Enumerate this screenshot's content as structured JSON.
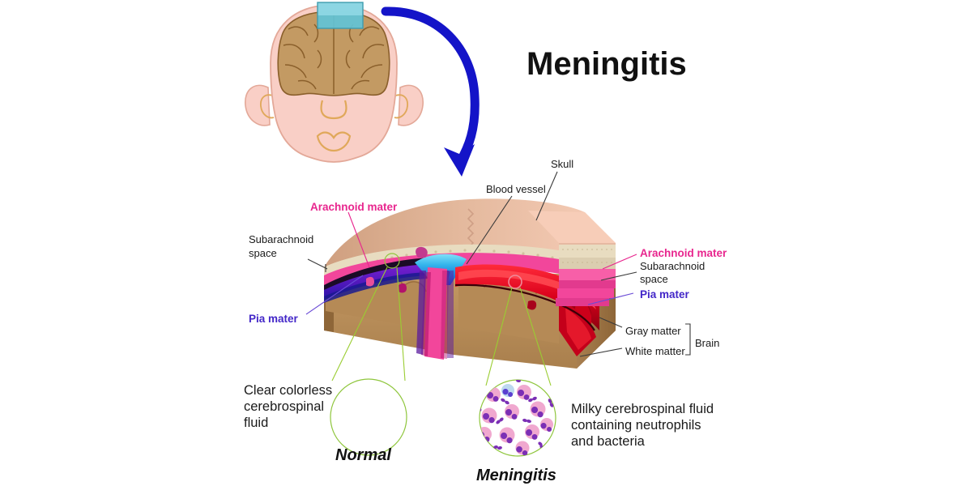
{
  "page": {
    "title": "Meningitis",
    "background_color": "#ffffff"
  },
  "colors": {
    "arachnoid_label": "#e8268e",
    "pia_label": "#4327c8",
    "text": "#1a1a1a",
    "arrow": "#1414c8",
    "callout_outline": "#8fc63d",
    "skin": "#f9cfc6",
    "brain_tan": "#c39a63",
    "skull_top": "#f7c3ae",
    "bone": "#e8dcc0",
    "dura_pink": "#f2469b",
    "inflamed_red": "#e2001a",
    "vessel_blue": "#2aa6e8",
    "highlight_teal": "#49b6c8"
  },
  "head_diagram": {
    "name": "head-front-view",
    "sample_region_label": "highlighted-sample-region"
  },
  "arrow": {
    "name": "curved-blue-arrow"
  },
  "cross_section": {
    "left_labels": {
      "arachnoid_mater": "Arachnoid mater",
      "subarachnoid_space_line1": "Subarachnoid",
      "subarachnoid_space_line2": "space",
      "pia_mater": "Pia mater"
    },
    "top_labels": {
      "skull": "Skull",
      "blood_vessel": "Blood vessel"
    },
    "right_labels": {
      "arachnoid_mater": "Arachnoid mater",
      "subarachnoid_space_line1": "Subarachnoid",
      "subarachnoid_space_line2": "space",
      "pia_mater": "Pia mater",
      "gray_matter": "Gray matter",
      "white_matter": "White matter",
      "brain": "Brain"
    }
  },
  "callouts": {
    "normal": {
      "caption": "Normal",
      "description_line1": "Clear colorless",
      "description_line2": "cerebrospinal",
      "description_line3": "fluid"
    },
    "meningitis": {
      "caption": "Meningitis",
      "description_line1": "Milky cerebrospinal fluid",
      "description_line2": "containing neutrophils",
      "description_line3": "and bacteria"
    }
  }
}
